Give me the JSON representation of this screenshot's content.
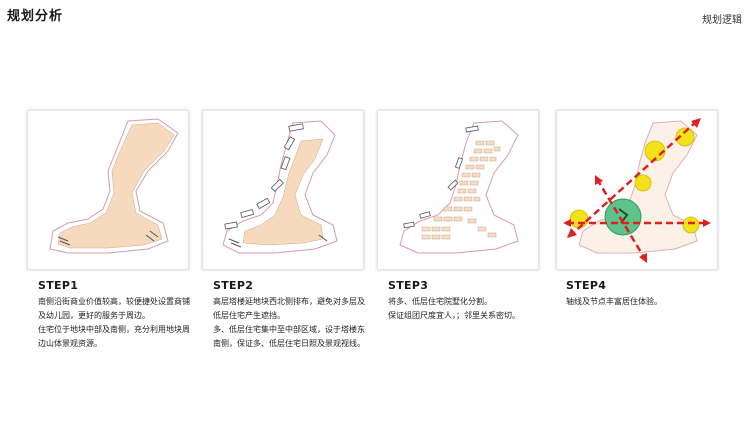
{
  "header": {
    "title": "规划分析",
    "section_label": "规划逻辑"
  },
  "steps": [
    {
      "title": "STEP1",
      "lines": [
        "南侧沿街商业价值较高，较便捷处设置商铺及幼儿园，更好的服务于周边。",
        "住宅位于地块中部及南侧，充分利用地块周边山体景观资源。"
      ]
    },
    {
      "title": "STEP2",
      "lines": [
        "高层塔楼延地块西北侧排布，避免对多层及低层住宅产生遮挡。",
        "多、低层住宅集中至中部区域，设于塔楼东南侧，保证多、低层住宅日照及景观视线。"
      ]
    },
    {
      "title": "STEP3",
      "lines": [
        "将多、低层住宅院墅化分割。",
        "保证组团尺度宜人，；邻里关系密切。"
      ]
    },
    {
      "title": "STEP4",
      "lines": [
        "轴线及节点丰富居住体验。"
      ]
    }
  ],
  "colors": {
    "site_fill": "#f7d9bd",
    "boundary": "#d99aa6",
    "building_fill": "#f7ddc4",
    "node_yellow": "#f2e21a",
    "node_green": "#5cc38a",
    "axis_red": "#e02020"
  }
}
